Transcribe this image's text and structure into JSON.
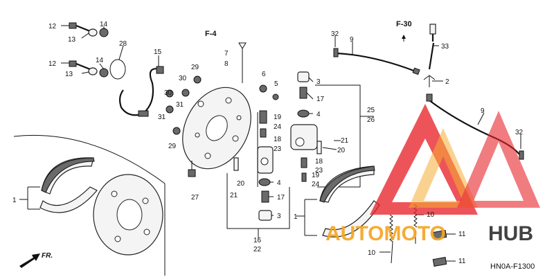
{
  "diagram": {
    "refs": {
      "f4": "F-4",
      "f30": "F-30"
    },
    "code": "HN0A-F1300",
    "fr_arrow": "FR.",
    "labels": {
      "l1a": "1",
      "l1b": "1",
      "l2": "2",
      "l3a": "3",
      "l3b": "3",
      "l4a": "4",
      "l4b": "4",
      "l5": "5",
      "l6": "6",
      "l7": "7",
      "l8": "8",
      "l9a": "9",
      "l9b": "9",
      "l10a": "10",
      "l10b": "10",
      "l11a": "11",
      "l11b": "11",
      "l12a": "12",
      "l12b": "12",
      "l13a": "13",
      "l13b": "13",
      "l14a": "14",
      "l14b": "14",
      "l15": "15",
      "l16": "16",
      "l17a": "17",
      "l17b": "17",
      "l18a": "18",
      "l18b": "18",
      "l19a": "19",
      "l19b": "19",
      "l20a": "20",
      "l20b": "20",
      "l21a": "21",
      "l21b": "21",
      "l22": "22",
      "l23a": "23",
      "l23b": "23",
      "l24a": "24",
      "l24b": "24",
      "l25": "25",
      "l26": "26",
      "l27": "27",
      "l28": "28",
      "l29a": "29",
      "l29b": "29",
      "l30a": "30",
      "l30b": "30",
      "l31a": "31",
      "l31b": "31",
      "l32a": "32",
      "l32b": "32",
      "l33": "33"
    }
  },
  "watermark": {
    "brand_left": "AUTOMOTO",
    "brand_right": "HUB",
    "color_red": "#e8252b",
    "color_orange": "#f5a623",
    "color_dark": "#333333"
  }
}
